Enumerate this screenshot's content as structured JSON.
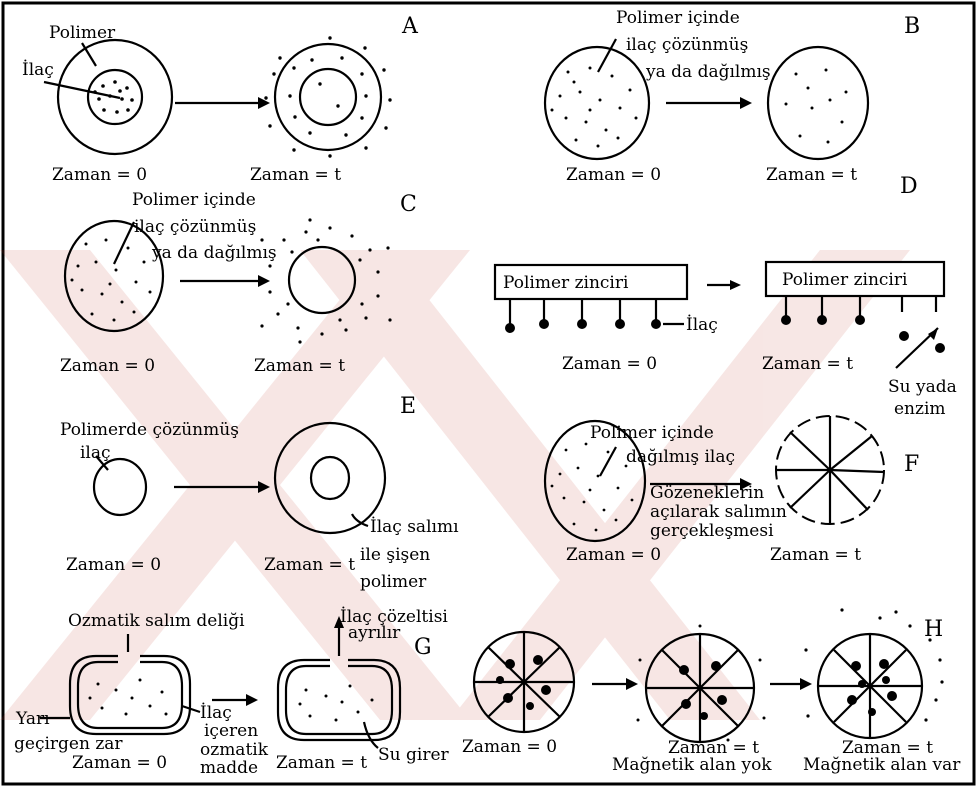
{
  "panels": {
    "A": {
      "letter": "A",
      "polymer": "Polimer",
      "drug": "İlaç",
      "t0": "Zaman = 0",
      "tt": "Zaman = t"
    },
    "B": {
      "letter": "B",
      "desc": [
        "Polimer içinde",
        "ilaç çözünmüş",
        "ya da dağılmış"
      ],
      "t0": "Zaman = 0",
      "tt": "Zaman = t"
    },
    "C": {
      "letter": "C",
      "desc": [
        "Polimer içinde",
        "ilaç çözünmüş",
        "ya da dağılmış"
      ],
      "t0": "Zaman = 0",
      "tt": "Zaman = t"
    },
    "D": {
      "letter": "D",
      "chain": "Polimer  zinciri",
      "chain2": "Polimer zinciri",
      "drug": "İlaç",
      "agent": [
        "Su yada",
        "enzim"
      ],
      "t0": "Zaman = 0",
      "tt": "Zaman = t"
    },
    "E": {
      "letter": "E",
      "desc": [
        "Polimerde çözünmüş",
        "ilaç"
      ],
      "swell": [
        "İlaç salımı",
        "ile şişen",
        "polimer"
      ],
      "t0": "Zaman = 0",
      "tt": "Zaman = t"
    },
    "F": {
      "letter": "F",
      "desc": [
        "Polimer içinde",
        "dağılmış ilaç"
      ],
      "pores": [
        "Gözeneklerin",
        "açılarak salımın",
        "gerçekleşmesi"
      ],
      "t0": "Zaman = 0",
      "tt": "Zaman = t"
    },
    "G": {
      "letter": "G",
      "hole": "Ozmatik salım deliği",
      "release": [
        "İlaç çözeltisi",
        "ayrılır"
      ],
      "membrane": [
        "Yarı",
        "geçirgen zar"
      ],
      "osmotic": [
        "İlaç",
        "içeren",
        "ozmatik",
        "madde"
      ],
      "water": "Su girer",
      "t0": "Zaman = 0",
      "tt": "Zaman = t"
    },
    "H": {
      "letter": "H",
      "t0": "Zaman = 0",
      "tt": "Zaman = t",
      "tt2": "Zaman = t",
      "nofield": "Mağnetik alan yok",
      "field": "Mağnetik alan var"
    }
  }
}
